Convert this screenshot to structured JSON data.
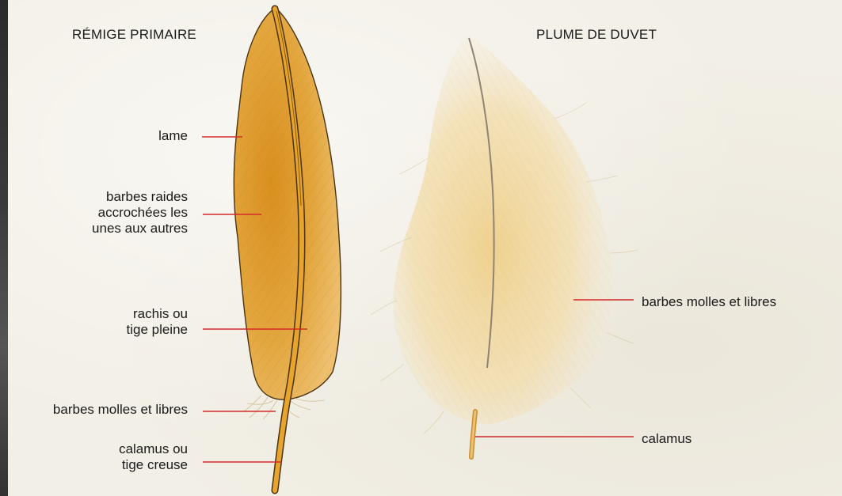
{
  "colors": {
    "accent_line": "#d42a2a",
    "primary_feather_fill": "#e0a63a",
    "primary_feather_dark": "#c9861a",
    "down_feather_fill": "#f0d59a",
    "outline": "#4a3310"
  },
  "titles": {
    "primary": "RÉMIGE PRIMAIRE",
    "down": "PLUME DE DUVET"
  },
  "labels": {
    "lame": "lame",
    "barbes_raides": [
      "barbes raides",
      "accrochées les",
      "unes aux autres"
    ],
    "rachis": [
      "rachis ou",
      "tige pleine"
    ],
    "barbes_molles_left": "barbes molles et libres",
    "calamus_left": [
      "calamus ou",
      "tige creuse"
    ],
    "barbes_molles_right": "barbes molles et libres",
    "calamus_right": "calamus"
  }
}
